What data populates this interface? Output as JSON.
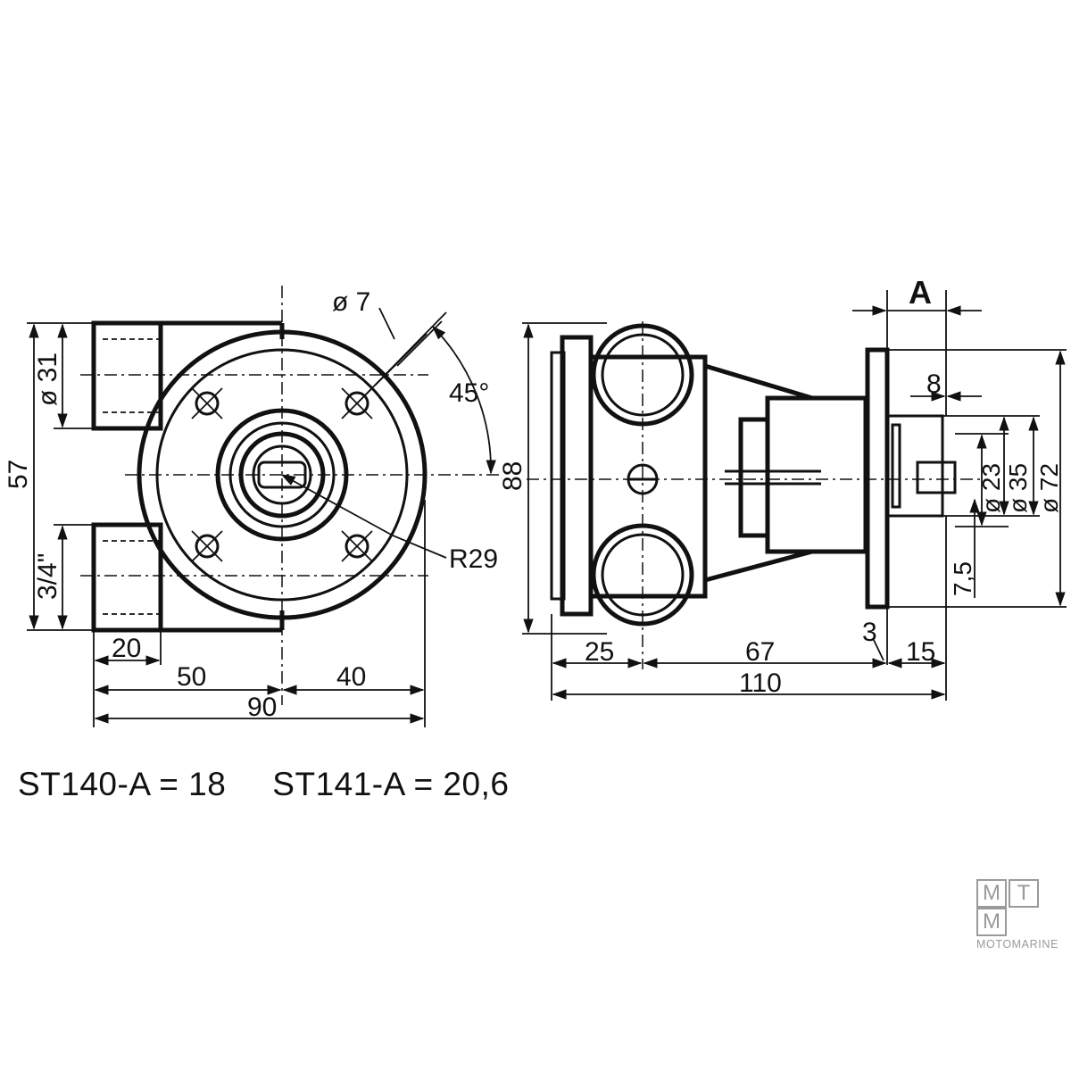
{
  "diagram": {
    "front_view": {
      "dim_hole_dia": "ø 7",
      "dim_angle": "45°",
      "dim_port_dia": "ø 31",
      "dim_height": "57",
      "dim_thread": "3/4\"",
      "dim_radius": "R29",
      "dim_port_depth": "20",
      "dim_left": "50",
      "dim_right": "40",
      "dim_total_width": "90"
    },
    "side_view": {
      "dim_height": "88",
      "dim_A": "A",
      "dim_8": "8",
      "dim_d23": "ø 23",
      "dim_d35": "ø 35",
      "dim_d72": "ø 72",
      "dim_7_5": "7,5",
      "dim_3": "3",
      "dim_25": "25",
      "dim_67": "67",
      "dim_15": "15",
      "dim_110": "110"
    }
  },
  "legend": {
    "item1": "ST140-A = 18",
    "item2": "ST141-A = 20,6"
  },
  "logo": {
    "letters": [
      "M",
      "T",
      "M"
    ],
    "name": "MOTOMARINE"
  }
}
